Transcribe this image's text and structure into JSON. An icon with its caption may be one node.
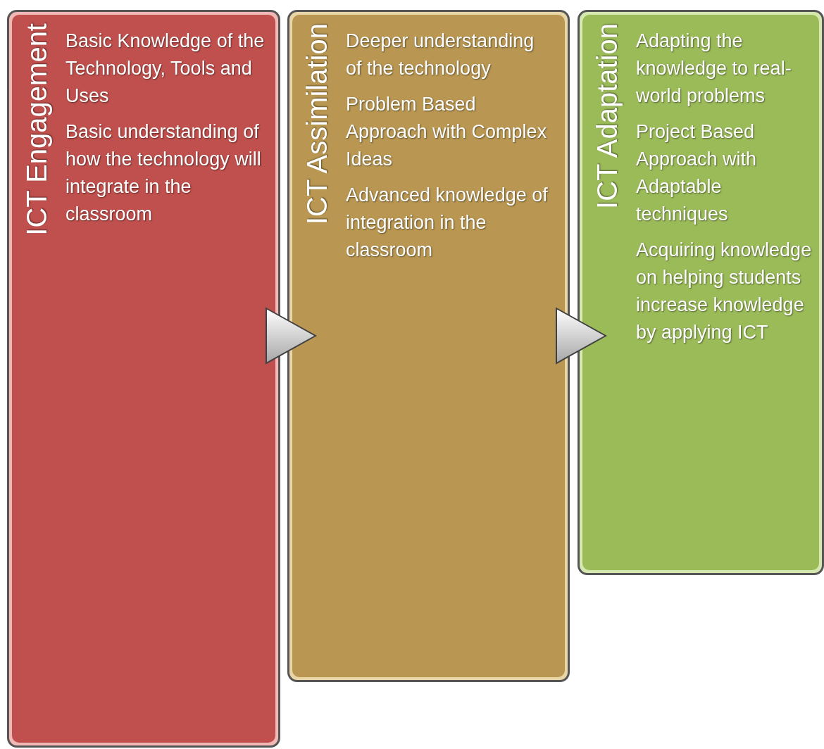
{
  "diagram": {
    "nodes": [
      {
        "text": [
          "ICT Engagement",
          "Basic Knowledge of the Technology, Tools and Uses",
          "Basic understanding of how the technology will integrate in the classroom"
        ]
      },
      {
        "text": [
          "ICT Assimilation",
          "Deeper understanding of the technology",
          "Problem Based Approach with Complex Ideas",
          "Advanced knowledge of integration in the classroom"
        ]
      },
      {
        "text": [
          "ICT Adaptation",
          "Adapting the knowledge to real-world problems",
          "Project Based Approach with Adaptable techniques",
          "Acquiring knowledge on helping students increase knowledge by applying ICT"
        ]
      }
    ],
    "edges": [
      {
        "from": 0,
        "to": 1,
        "arrow": "to"
      },
      {
        "from": 1,
        "to": 2,
        "arrow": "to"
      }
    ]
  }
}
